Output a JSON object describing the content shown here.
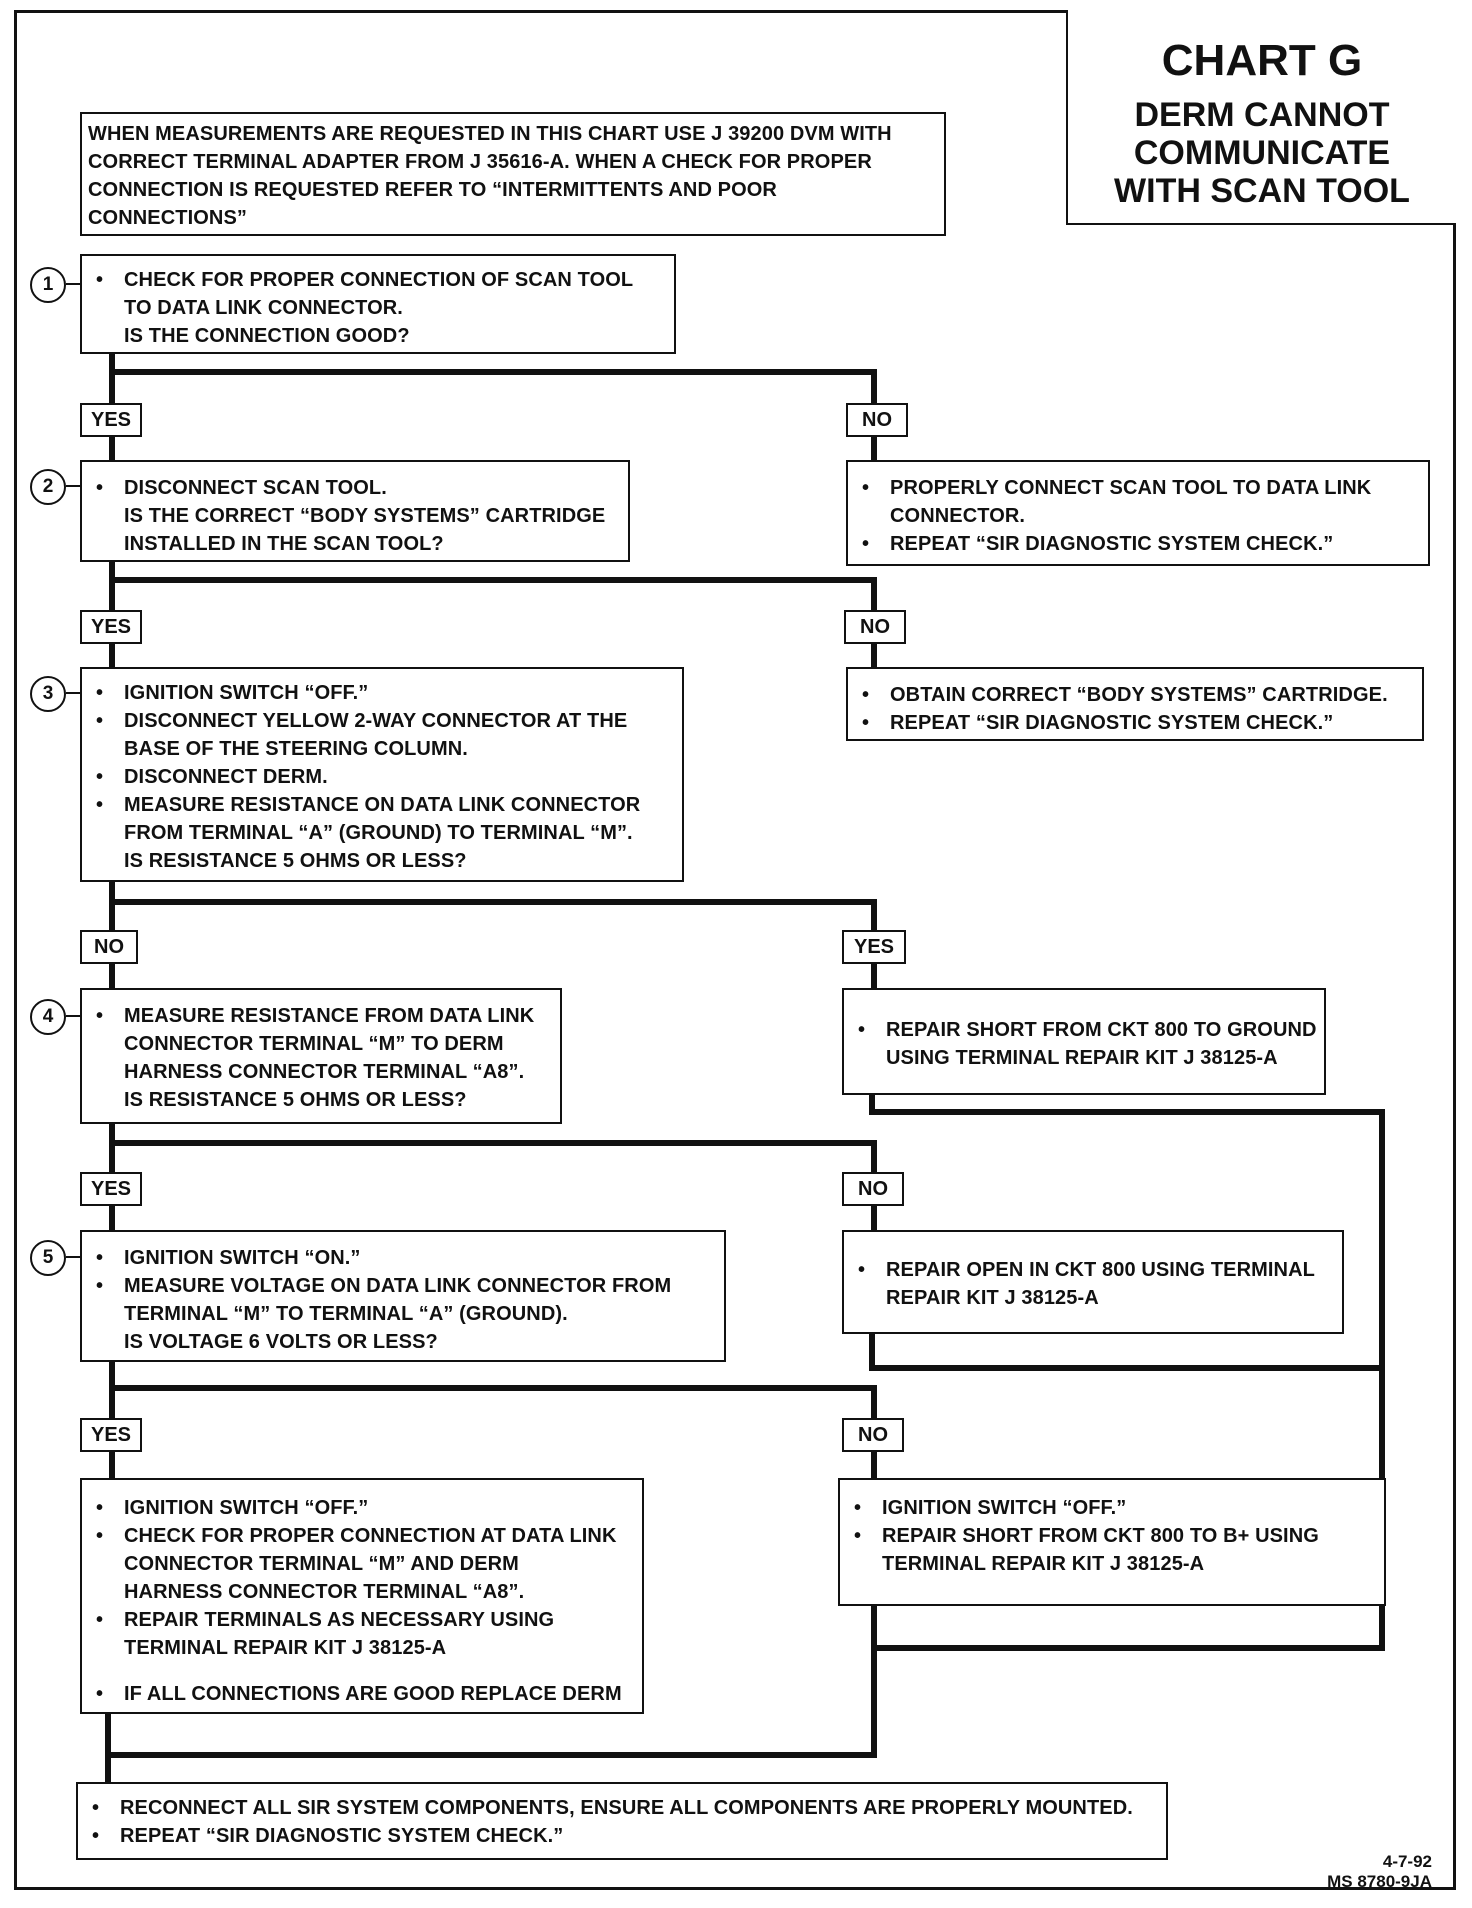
{
  "header": {
    "title": "CHART G",
    "subtitle_lines": [
      "DERM CANNOT",
      "COMMUNICATE",
      "WITH SCAN TOOL"
    ]
  },
  "intro_lines": [
    "WHEN MEASUREMENTS ARE REQUESTED IN THIS CHART USE J 39200 DVM WITH",
    "CORRECT TERMINAL ADAPTER FROM J 35616-A.  WHEN A CHECK FOR PROPER",
    "CONNECTION IS REQUESTED REFER TO “INTERMITTENTS AND POOR",
    "CONNECTIONS”"
  ],
  "steps": {
    "s1": {
      "number": "1",
      "lines": [
        {
          "t": "CHECK FOR PROPER CONNECTION OF SCAN TOOL",
          "b": true
        },
        {
          "t": "TO DATA LINK CONNECTOR.",
          "b": false
        },
        {
          "t": "IS THE CONNECTION GOOD?",
          "b": false
        }
      ]
    },
    "s2": {
      "number": "2",
      "lines": [
        {
          "t": "DISCONNECT SCAN TOOL.",
          "b": true
        },
        {
          "t": "IS THE CORRECT “BODY SYSTEMS” CARTRIDGE",
          "b": false
        },
        {
          "t": "INSTALLED IN THE SCAN TOOL?",
          "b": false
        }
      ]
    },
    "s3": {
      "number": "3",
      "lines": [
        {
          "t": "IGNITION SWITCH “OFF.”",
          "b": true
        },
        {
          "t": "DISCONNECT YELLOW 2-WAY CONNECTOR AT THE",
          "b": true
        },
        {
          "t": "BASE OF THE STEERING COLUMN.",
          "b": false
        },
        {
          "t": "DISCONNECT DERM.",
          "b": true
        },
        {
          "t": "MEASURE RESISTANCE ON DATA LINK CONNECTOR",
          "b": true
        },
        {
          "t": "FROM TERMINAL “A” (GROUND) TO TERMINAL “M”.",
          "b": false
        },
        {
          "t": "IS RESISTANCE 5 OHMS OR LESS?",
          "b": false
        }
      ]
    },
    "s4": {
      "number": "4",
      "lines": [
        {
          "t": "MEASURE RESISTANCE FROM DATA LINK",
          "b": true
        },
        {
          "t": "CONNECTOR TERMINAL “M” TO DERM",
          "b": false
        },
        {
          "t": "HARNESS CONNECTOR TERMINAL “A8”.",
          "b": false
        },
        {
          "t": "IS RESISTANCE 5 OHMS OR LESS?",
          "b": false
        }
      ]
    },
    "s5": {
      "number": "5",
      "lines": [
        {
          "t": "IGNITION SWITCH “ON.”",
          "b": true
        },
        {
          "t": "MEASURE VOLTAGE ON DATA LINK CONNECTOR FROM",
          "b": true
        },
        {
          "t": "TERMINAL “M” TO TERMINAL “A” (GROUND).",
          "b": false
        },
        {
          "t": "IS VOLTAGE 6 VOLTS OR LESS?",
          "b": false
        }
      ]
    },
    "s6": {
      "lines": [
        {
          "t": "IGNITION SWITCH “OFF.”",
          "b": true
        },
        {
          "t": "CHECK FOR PROPER CONNECTION AT DATA LINK",
          "b": true
        },
        {
          "t": "CONNECTOR TERMINAL “M” AND DERM",
          "b": false
        },
        {
          "t": "HARNESS CONNECTOR TERMINAL “A8”.",
          "b": false
        },
        {
          "t": "REPAIR TERMINALS AS NECESSARY USING",
          "b": true
        },
        {
          "t": "TERMINAL REPAIR KIT J 38125-A",
          "b": false
        },
        {
          "t": "",
          "b": false
        },
        {
          "t": "IF ALL CONNECTIONS ARE GOOD REPLACE DERM",
          "b": true
        }
      ]
    }
  },
  "actions": {
    "a1": {
      "lines": [
        {
          "t": "PROPERLY CONNECT SCAN TOOL TO DATA LINK",
          "b": true
        },
        {
          "t": "CONNECTOR.",
          "b": false
        },
        {
          "t": "REPEAT “SIR DIAGNOSTIC SYSTEM CHECK.”",
          "b": true
        }
      ]
    },
    "a2": {
      "lines": [
        {
          "t": "OBTAIN CORRECT “BODY SYSTEMS” CARTRIDGE.",
          "b": true
        },
        {
          "t": "REPEAT “SIR DIAGNOSTIC SYSTEM CHECK.”",
          "b": true
        }
      ]
    },
    "a3": {
      "lines": [
        {
          "t": "REPAIR SHORT FROM CKT 800 TO GROUND",
          "b": true
        },
        {
          "t": "USING TERMINAL REPAIR KIT J 38125-A",
          "b": false
        }
      ]
    },
    "a4": {
      "lines": [
        {
          "t": "REPAIR OPEN IN CKT 800 USING TERMINAL",
          "b": true
        },
        {
          "t": "REPAIR KIT J 38125-A",
          "b": false
        }
      ]
    },
    "a5": {
      "lines": [
        {
          "t": "IGNITION SWITCH “OFF.”",
          "b": true
        },
        {
          "t": "REPAIR SHORT FROM CKT 800 TO B+ USING",
          "b": true
        },
        {
          "t": "TERMINAL REPAIR KIT J 38125-A",
          "b": false
        }
      ]
    },
    "final": {
      "lines": [
        {
          "t": "RECONNECT ALL SIR SYSTEM COMPONENTS, ENSURE ALL COMPONENTS ARE PROPERLY MOUNTED.",
          "b": true
        },
        {
          "t": "REPEAT “SIR DIAGNOSTIC SYSTEM CHECK.”",
          "b": true
        }
      ]
    }
  },
  "labels": {
    "l1_left": "YES",
    "l1_right": "NO",
    "l2_left": "YES",
    "l2_right": "NO",
    "l3_left": "NO",
    "l3_right": "YES",
    "l4_left": "YES",
    "l4_right": "NO",
    "l5_left": "YES",
    "l5_right": "NO"
  },
  "bullet": "•",
  "footer": {
    "date": "4-7-92",
    "code": "MS 8780-9JA"
  }
}
